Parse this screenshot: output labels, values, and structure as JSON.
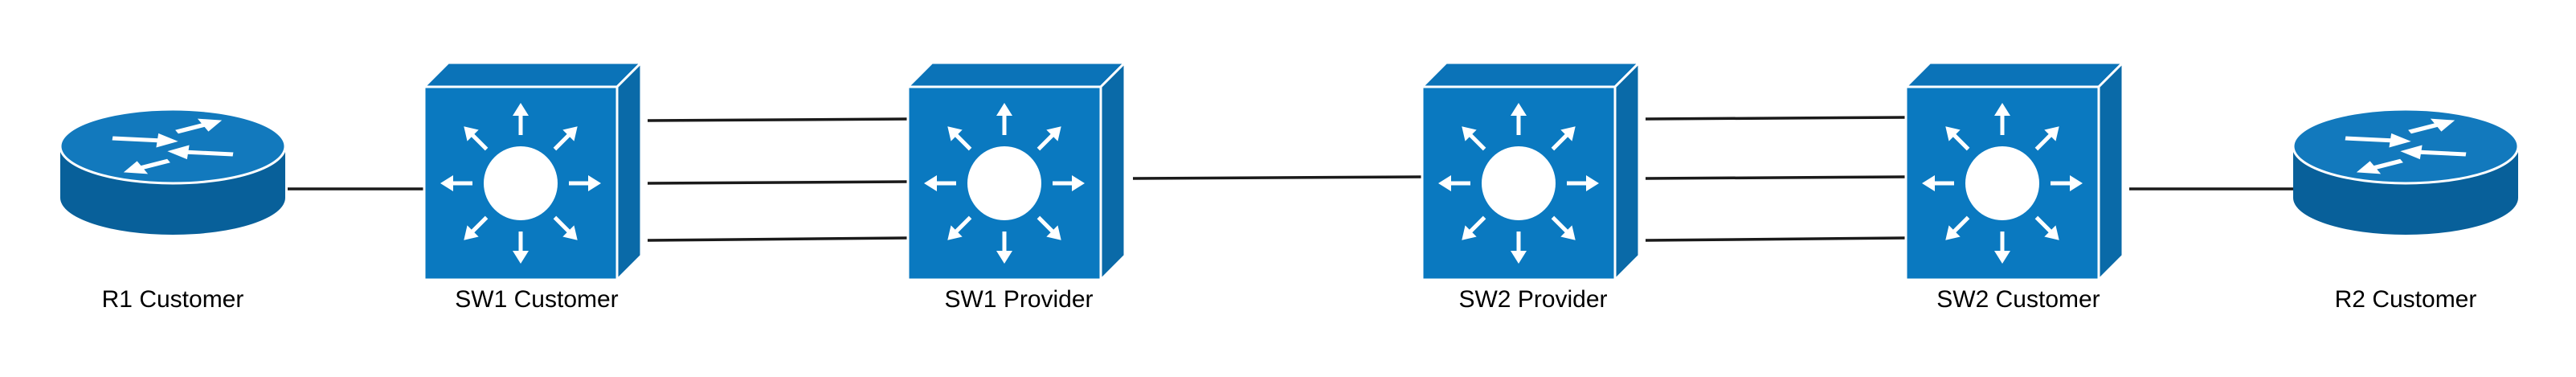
{
  "colors": {
    "switch_front": "#0a79c0",
    "switch_top": "#0b73b8",
    "switch_side": "#0a6aa8",
    "router_top": "#1279bd",
    "router_body": "#08609a",
    "router_rim": "#ffffff",
    "link": "#1a1a1a"
  },
  "nodes": {
    "r1": {
      "label": "R1 Customer",
      "icon": "router-icon"
    },
    "sw1c": {
      "label": "SW1 Customer",
      "icon": "layer3-switch-icon"
    },
    "sw1p": {
      "label": "SW1 Provider",
      "icon": "layer3-switch-icon"
    },
    "sw2p": {
      "label": "SW2 Provider",
      "icon": "layer3-switch-icon"
    },
    "sw2c": {
      "label": "SW2 Customer",
      "icon": "layer3-switch-icon"
    },
    "r2": {
      "label": "R2 Customer",
      "icon": "router-icon"
    }
  },
  "links": [
    {
      "from": "r1",
      "to": "sw1c"
    },
    {
      "from": "sw1c",
      "to": "sw1p"
    },
    {
      "from": "sw1c",
      "to": "sw1p"
    },
    {
      "from": "sw1c",
      "to": "sw1p"
    },
    {
      "from": "sw1p",
      "to": "sw2p"
    },
    {
      "from": "sw2p",
      "to": "sw2c"
    },
    {
      "from": "sw2p",
      "to": "sw2c"
    },
    {
      "from": "sw2p",
      "to": "sw2c"
    },
    {
      "from": "sw2c",
      "to": "r2"
    }
  ]
}
